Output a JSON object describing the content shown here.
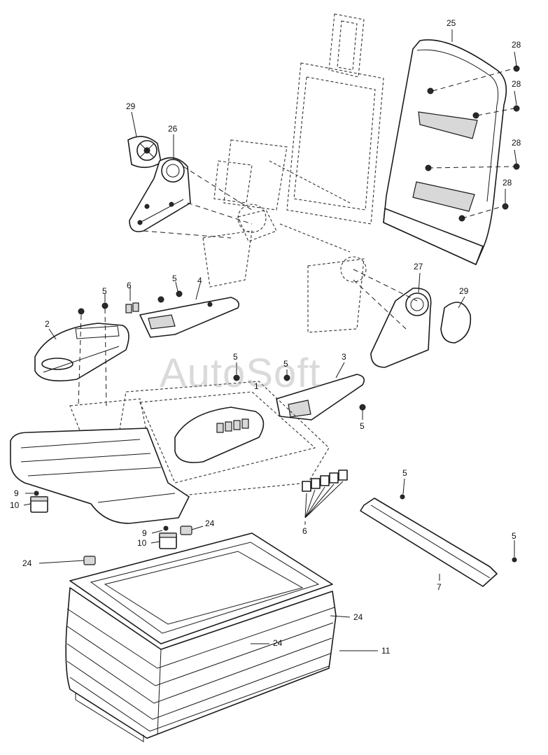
{
  "watermark": "AutoSoft",
  "callouts": [
    {
      "id": "c25",
      "label": "25"
    },
    {
      "id": "c28a",
      "label": "28"
    },
    {
      "id": "c28b",
      "label": "28"
    },
    {
      "id": "c28c",
      "label": "28"
    },
    {
      "id": "c28d",
      "label": "28"
    },
    {
      "id": "c29a",
      "label": "29"
    },
    {
      "id": "c26",
      "label": "26"
    },
    {
      "id": "c27",
      "label": "27"
    },
    {
      "id": "c29b",
      "label": "29"
    },
    {
      "id": "c5a",
      "label": "5"
    },
    {
      "id": "c6a",
      "label": "6"
    },
    {
      "id": "c4",
      "label": "4"
    },
    {
      "id": "c5b",
      "label": "5"
    },
    {
      "id": "c2",
      "label": "2"
    },
    {
      "id": "c5c",
      "label": "5"
    },
    {
      "id": "c5d",
      "label": "5"
    },
    {
      "id": "c3",
      "label": "3"
    },
    {
      "id": "c1",
      "label": "1"
    },
    {
      "id": "c5e",
      "label": "5"
    },
    {
      "id": "c9a",
      "label": "9"
    },
    {
      "id": "c10a",
      "label": "10"
    },
    {
      "id": "c9b",
      "label": "9"
    },
    {
      "id": "c10b",
      "label": "10"
    },
    {
      "id": "c24a",
      "label": "24"
    },
    {
      "id": "c24b",
      "label": "24"
    },
    {
      "id": "c24c",
      "label": "24"
    },
    {
      "id": "c24d",
      "label": "24"
    },
    {
      "id": "c6b",
      "label": "6"
    },
    {
      "id": "c5f",
      "label": "5"
    },
    {
      "id": "c5g",
      "label": "5"
    },
    {
      "id": "c7",
      "label": "7"
    },
    {
      "id": "c11",
      "label": "11"
    }
  ]
}
